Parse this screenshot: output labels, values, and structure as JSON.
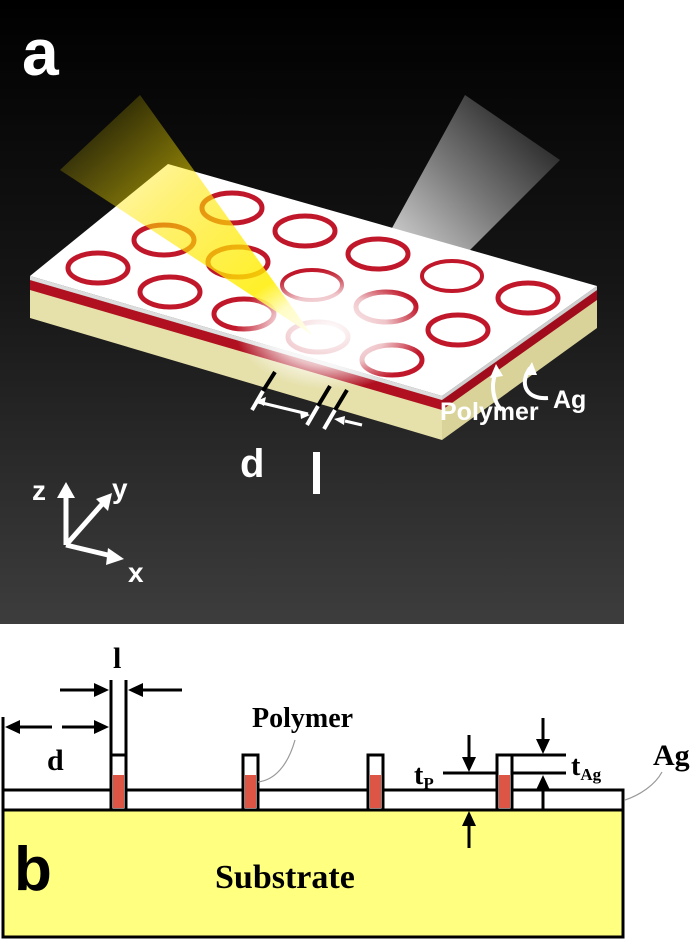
{
  "figure": {
    "panel_a": {
      "label": "a",
      "layer_labels": {
        "ag": "Ag",
        "polymer": "Polymer"
      },
      "dimension_labels": {
        "period": "d",
        "linewidth": "l"
      },
      "axes": {
        "x": "x",
        "y": "y",
        "z": "z"
      },
      "colors": {
        "background_top": "#000000",
        "background_bottom": "#3c3c3c",
        "ag": "#ffffff",
        "polymer": "#b01020",
        "substrate": "#e8e2b0",
        "incident_beam": "#ffe600",
        "reflected_beam": "#ffffff"
      }
    },
    "panel_b": {
      "label": "b",
      "substrate_label": "Substrate",
      "polymer_label": "Polymer",
      "ag_label": "Ag",
      "dimension_labels": {
        "period": "d",
        "linewidth": "l",
        "t_polymer": "t",
        "t_polymer_sub": "P",
        "t_ag": "t",
        "t_ag_sub": "Ag"
      },
      "colors": {
        "substrate": "#ffff80",
        "polymer": "#dd5544",
        "ag": "#ffffff",
        "outline": "#000000"
      }
    }
  }
}
